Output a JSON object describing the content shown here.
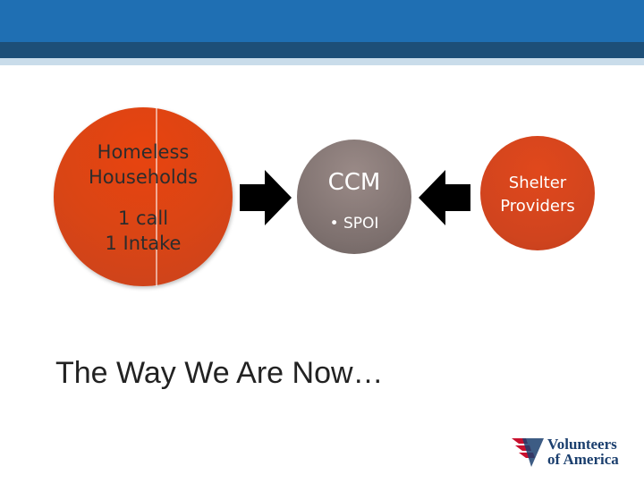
{
  "slide": {
    "caption": "The Way We Are Now…"
  },
  "left_circle": {
    "line1": "Homeless",
    "line2": "Households",
    "line3": "1 call",
    "line4": "1 Intake"
  },
  "center_circle": {
    "title": "CCM",
    "bullet": "• SPOI"
  },
  "right_circle": {
    "line1": "Shelter",
    "line2": "Providers"
  },
  "logo": {
    "line1": "Volunteers",
    "line2": "of America"
  },
  "colors": {
    "header_blue": "#1f6fb3",
    "header_dark": "#1d4f78",
    "orange": "#d94515",
    "gray": "#7d706e",
    "arrow": "#000000"
  }
}
